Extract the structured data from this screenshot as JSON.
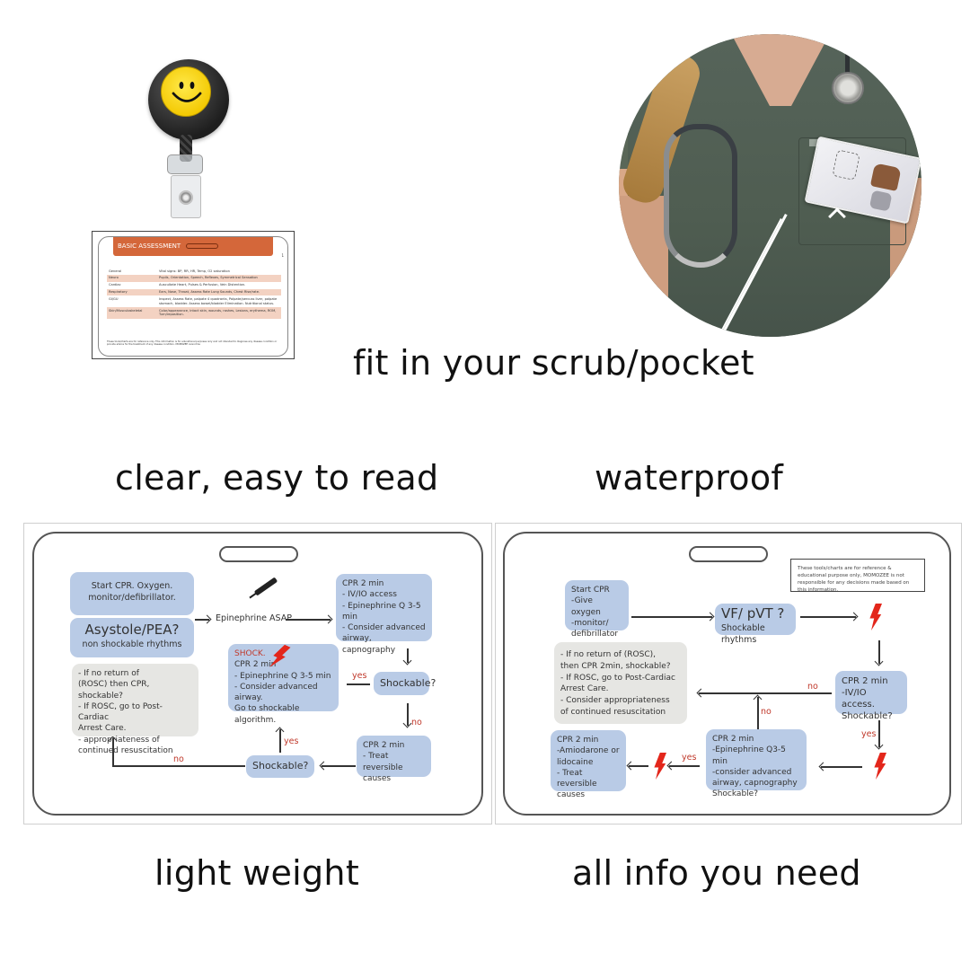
{
  "captions": {
    "pocket": "fit in your scrub/pocket",
    "clear": "clear, easy to read",
    "waterproof": "waterproof",
    "light": "light weight",
    "info": "all info you need"
  },
  "basic_assessment": {
    "title": "BASIC ASSESSMENT",
    "page_number": "1",
    "rows": [
      {
        "key": "General",
        "value": "Vital signs: BP, RR, HR, Temp, O2 saturation"
      },
      {
        "key": "Neuro",
        "value": "Pupils, Orientation, Speech, Reflexes, Symmetrical Sensation"
      },
      {
        "key": "Cardiac",
        "value": "Auscultate Heart, Pulses & Perfusion, Vein Distention."
      },
      {
        "key": "Respiratory",
        "value": "Ears, Nose, Throat, Assess Rate Lung Sounds, Chest Rise/rate."
      },
      {
        "key": "GI/GU",
        "value": "Inspect, Assess Rate, palpate 4 quadrants, Palpate/percuss liver, palpate stomach, bladder. Assess bowel/bladder Elimination. Nutritional status."
      },
      {
        "key": "Skin/Musculoskeletal",
        "value": "Color/appearance, intact skin, wounds, rashes, Lesions, erythema, ROM, Turn/reposition."
      }
    ],
    "footer": "These tools/charts are for reference only. This information is for educational purposes only and not intended to diagnose any disease condition or provide advice for the treatment of any disease condition. MOMOZEE cannot be"
  },
  "asystole_card": {
    "start": "Start CPR. Oxygen. monitor/defibrillator.",
    "rhythm_title": "Asystole/PEA?",
    "rhythm_sub": "non shockable rhythms",
    "epi": "Epinephrine ASAP",
    "cpr1": [
      "CPR 2 min",
      "- IV/IO access",
      "- Epinephrine Q 3-5 min",
      "- Consider advanced",
      "airway, capnography"
    ],
    "shock_label": "SHOCK.",
    "shock_box": [
      "CPR 2 min",
      "- Epinephrine Q 3-5 min",
      "- Consider advanced",
      "airway.",
      "Go to shockable algorithm."
    ],
    "shockable1": "Shockable?",
    "shockable2": "Shockable?",
    "cpr2": [
      "CPR 2 min",
      "- Treat reversible",
      "causes"
    ],
    "rosc": [
      "- If no return of",
      "(ROSC) then CPR, shockable?",
      "- If ROSC, go to Post-Cardiac",
      "Arrest Care.",
      "- appropriateness of",
      "continued resuscitation"
    ],
    "yes1": "yes",
    "yes2": "yes",
    "no1": "no",
    "no2": "no"
  },
  "vf_card": {
    "disclaimer": "These tools/charts are for reference & educational purpose only, MOMOZEE is not responsible for any decisions made based on this information.",
    "start": [
      "Start CPR",
      "-Give oxygen",
      "-monitor/",
      "defibrillator"
    ],
    "rhythm_title": "VF/ pVT ?",
    "rhythm_sub": "Shockable rhythms",
    "rosc": [
      "- If no return of (ROSC),",
      "then CPR 2min, shockable?",
      "- If ROSC, go to Post-Cardiac",
      "Arrest Care.",
      "- Consider appropriateness",
      "of continued resuscitation"
    ],
    "cpr1": [
      "CPR 2 min",
      "-IV/IO access.",
      "Shockable?"
    ],
    "cpr2": [
      "CPR 2 min",
      "-Epinephrine Q3-5 min",
      "-consider advanced",
      "airway, capnography",
      "Shockable?"
    ],
    "cpr3": [
      "CPR 2 min",
      "-Amiodarone or",
      "lidocaine",
      "- Treat reversible",
      "causes"
    ],
    "no1": "no",
    "no2": "no",
    "yes1": "yes",
    "yes2": "yes"
  },
  "colors": {
    "node_blue": "#b9cbe6",
    "node_gray": "#e6e6e3",
    "accent_red": "#c0392b",
    "header_orange": "#d4673a",
    "scrub_green": "#56645a"
  }
}
